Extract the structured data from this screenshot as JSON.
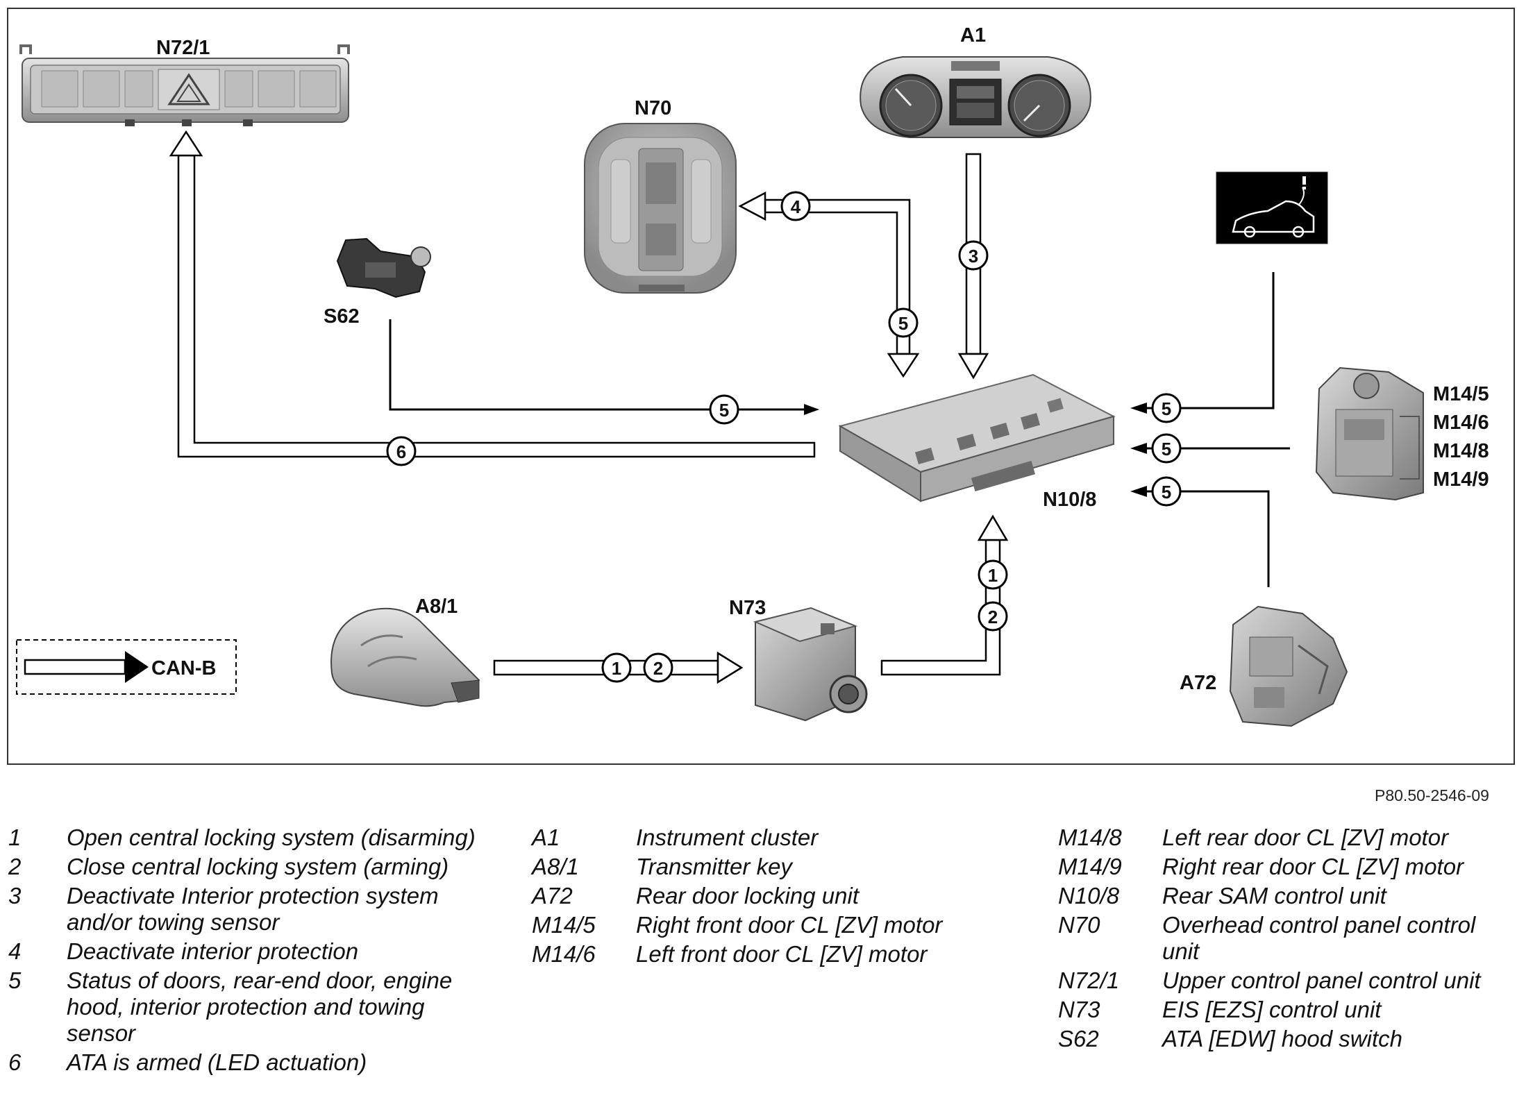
{
  "diagram": {
    "components": {
      "n72_1": "N72/1",
      "a1": "A1",
      "n70": "N70",
      "s62": "S62",
      "n10_8": "N10/8",
      "m14_5": "M14/5",
      "m14_6": "M14/6",
      "m14_8": "M14/8",
      "m14_9": "M14/9",
      "a8_1": "A8/1",
      "n73": "N73",
      "a72": "A72"
    },
    "signals": {
      "s1": "1",
      "s2": "2",
      "s3": "3",
      "s4": "4",
      "s5": "5",
      "s6": "6"
    },
    "bus_legend": "CAN-B",
    "reference": "P80.50-2546-09"
  },
  "legend_signals": [
    {
      "key": "1",
      "text": "Open central locking system (disarming)"
    },
    {
      "key": "2",
      "text": "Close central locking system (arming)"
    },
    {
      "key": "3",
      "text": "Deactivate Interior protection system and/or towing sensor"
    },
    {
      "key": "4",
      "text": "Deactivate interior protection"
    },
    {
      "key": "5",
      "text": "Status of doors, rear-end door, engine hood, interior protection and towing sensor"
    },
    {
      "key": "6",
      "text": "ATA is armed (LED actuation)"
    }
  ],
  "legend_components_1": [
    {
      "key": "A1",
      "text": "Instrument cluster"
    },
    {
      "key": "A8/1",
      "text": "Transmitter key"
    },
    {
      "key": "A72",
      "text": "Rear door locking unit"
    },
    {
      "key": "M14/5",
      "text": "Right front door CL [ZV] motor"
    },
    {
      "key": "M14/6",
      "text": "Left front door CL [ZV] motor"
    }
  ],
  "legend_components_2": [
    {
      "key": "M14/8",
      "text": "Left rear door CL [ZV] motor"
    },
    {
      "key": "M14/9",
      "text": "Right rear door CL [ZV] motor"
    },
    {
      "key": "N10/8",
      "text": "Rear SAM control unit"
    },
    {
      "key": "N70",
      "text": "Overhead control panel control unit"
    },
    {
      "key": "N72/1",
      "text": "Upper control panel control unit"
    },
    {
      "key": "N73",
      "text": "EIS [EZS] control unit"
    },
    {
      "key": "S62",
      "text": "ATA [EDW] hood switch"
    }
  ]
}
